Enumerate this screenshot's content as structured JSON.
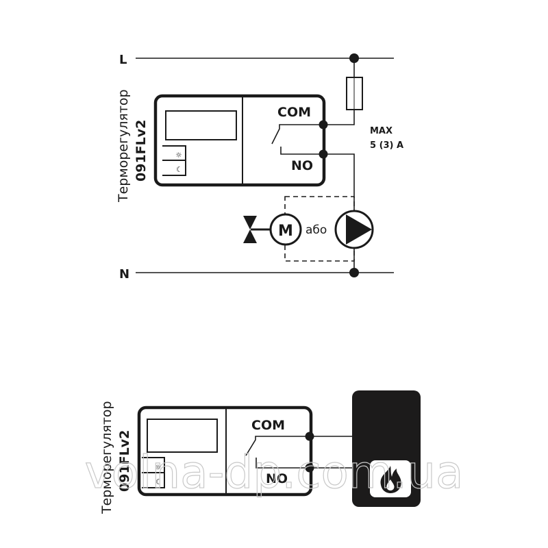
{
  "top": {
    "line_l": "L",
    "line_n": "N",
    "device_title": "Терморегулятор",
    "device_model": "091FLv2",
    "com": "COM",
    "no": "NO",
    "max_label": "MAX",
    "max_rating": "5 (3) A",
    "motor": "M",
    "or_label": "або"
  },
  "bottom": {
    "device_title": "Терморегулятор",
    "device_model": "091FLv2",
    "com": "COM",
    "no": "NO"
  },
  "watermark": "volna-dp.com.ua"
}
